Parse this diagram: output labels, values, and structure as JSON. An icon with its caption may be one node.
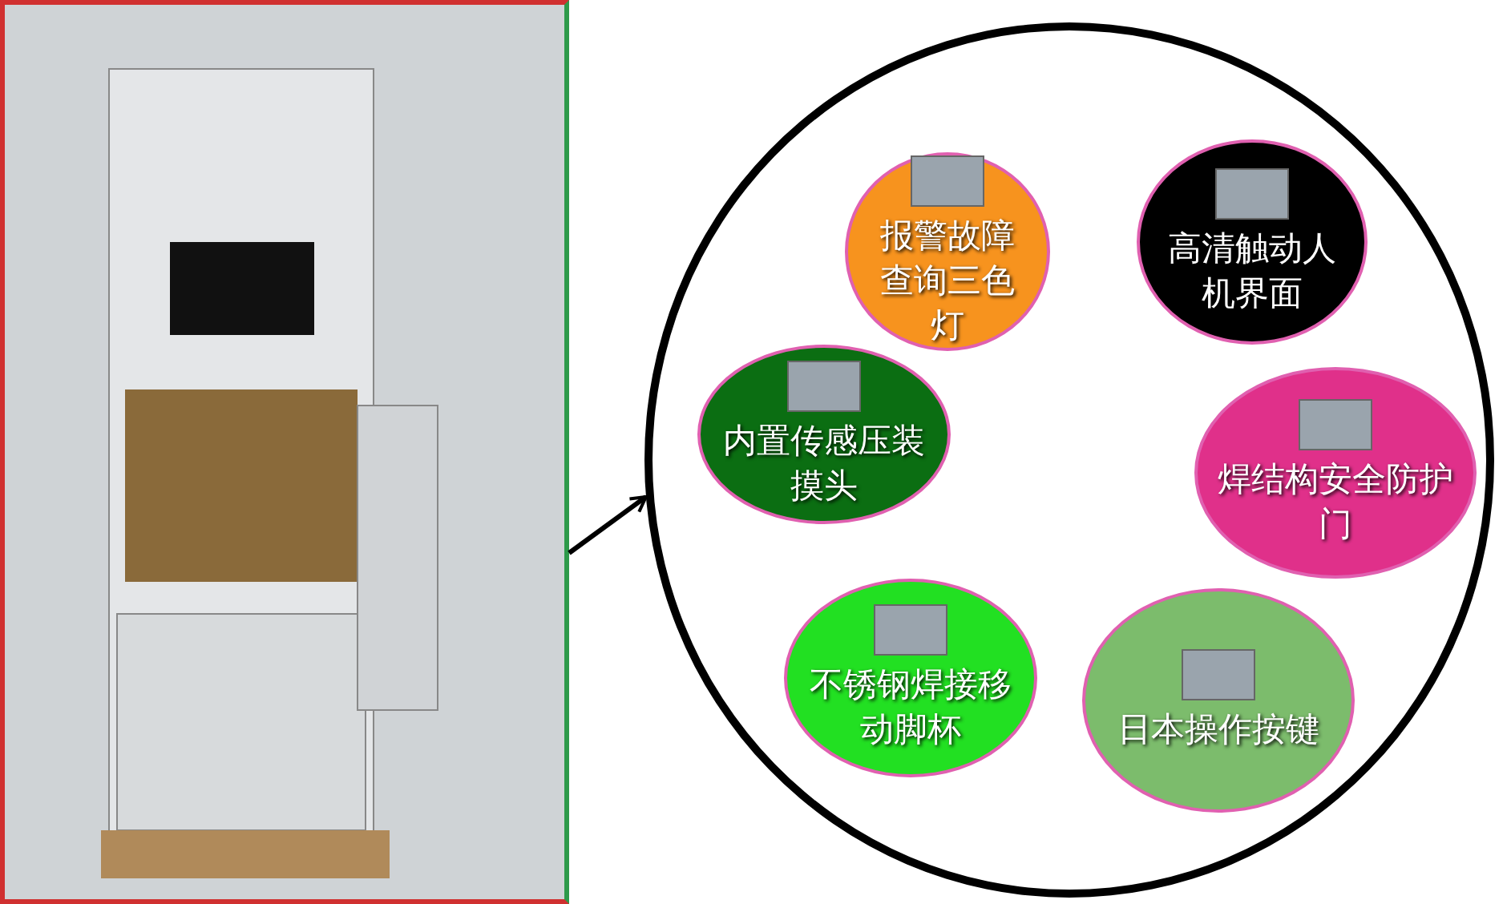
{
  "diagram": {
    "nodes": [
      {
        "text": [],
        "shape": "picture"
      },
      {
        "text": [],
        "shape": "circle"
      },
      {
        "text": [
          "报警故障查询三色灯"
        ],
        "in": 1
      },
      {
        "text": [
          "高清触动人机界面"
        ],
        "in": 1
      },
      {
        "text": [
          "内置传感压装摸头"
        ],
        "in": 1
      },
      {
        "text": [
          "焊结构安全防护门"
        ],
        "in": 1
      },
      {
        "text": [
          "不锈钢焊接移动脚杯"
        ],
        "in": 1
      },
      {
        "text": [
          "日本操作按键"
        ],
        "in": 1
      }
    ],
    "edges": [
      {
        "from": 0,
        "to": 1,
        "arrow": "to"
      }
    ]
  }
}
